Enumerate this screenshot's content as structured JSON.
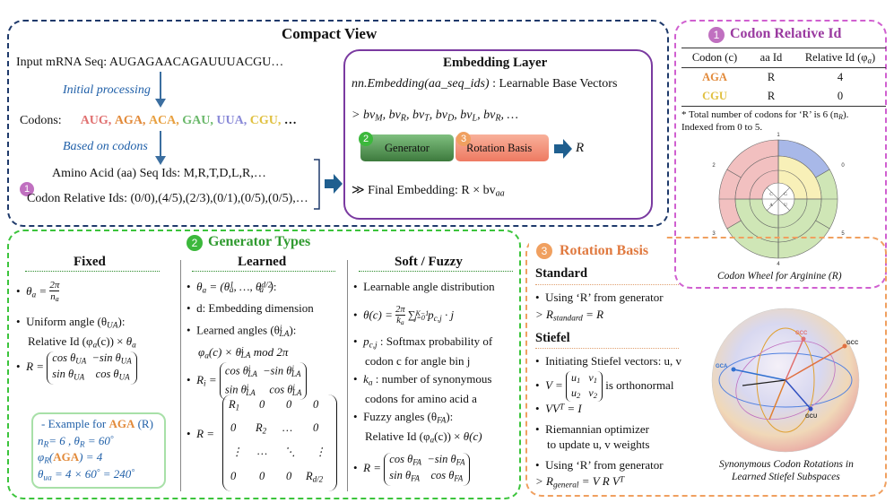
{
  "colors": {
    "compact_border": "#1f3a6b",
    "generator_border": "#3cc43c",
    "rotation_border": "#f0a060",
    "codon_id_border": "#d060d0",
    "embedding_border": "#7a3aa0",
    "generator_box": "#3a7a3a",
    "rotation_box": "#f0836a",
    "arrow_blue": "#3b6ea0",
    "aug": "#e07070",
    "aga": "#e28a3a",
    "aca": "#e8a040",
    "gau": "#6ab86a",
    "uua": "#8a8ad8",
    "cgu": "#e0c040"
  },
  "compact": {
    "title": "Compact View",
    "input_prefix": "Input mRNA Seq: ",
    "input_seq": "AUGAGAACAGAUUUACGU…",
    "initial_processing": "Initial processing",
    "codons_label": "Codons:",
    "codons": [
      "AUG,",
      "AGA,",
      "ACA,",
      "GAU,",
      "UUA,",
      "CGU,",
      "…"
    ],
    "based_on_codons": "Based on codons",
    "aa_ids": "Amino Acid (aa) Seq Ids: M,R,T,D,L,R,…",
    "badge_1": "1",
    "codon_rel_ids": "Codon Relative Ids: (0/0),(4/5),(2/3),(0/1),(0/5),(0/5),…"
  },
  "embedding": {
    "title": "Embedding Layer",
    "line1_code": "nn.Embedding(aa_seq_ids)",
    "line1_rest": " : Learnable Base Vectors",
    "line2": "> bv",
    "line2_subs": [
      "M",
      "R",
      "T",
      "D",
      "L",
      "R"
    ],
    "badge_2": "2",
    "badge_3": "3",
    "generator": "Generator",
    "rotation_basis": "Rotation Basis",
    "r": "R",
    "final": "≫ Final Embedding: R × bv",
    "final_sub": "aa"
  },
  "codon_id": {
    "badge": "1",
    "title": "Codon Relative Id",
    "headers": [
      "Codon (c)",
      "aa Id",
      "Relative Id (φ"
    ],
    "header_sub": "a",
    "rows": [
      [
        "AGA",
        "R",
        "4"
      ],
      [
        "CGU",
        "R",
        "0"
      ]
    ],
    "note1": "* Total number of codons for ‘R’ is 6 (n",
    "note1_sub": "R",
    "note1_end": ").",
    "note2": "Indexed from 0 to 5.",
    "wheel_caption": "Codon Wheel for Arginine (R)",
    "wheel_numbers": [
      "0",
      "1",
      "2",
      "3",
      "4",
      "5"
    ],
    "wheel_letters": [
      "C",
      "G",
      "A",
      "U"
    ]
  },
  "generator": {
    "badge": "2",
    "title": "Generator Types",
    "fixed": {
      "title": "Fixed",
      "b1": "θ",
      "b2_a": "Uniform angle (θ",
      "b2_b": "Relative Id (φ",
      "b3": "R =",
      "ex_title": "- Example for ",
      "ex_aga": "AGA",
      "ex_r": " (R)",
      "ex_l1": "n",
      "ex_l2": "φ",
      "ex_l3": "θ"
    },
    "learned": {
      "title": "Learned",
      "b2": "d: Embedding dimension",
      "b3": "Learned angles (θ",
      "b5": "R ="
    },
    "soft": {
      "title": "Soft / Fuzzy",
      "b1": "Learnable angle distribution",
      "b3": ": Softmax probability of codon c for angle bin j",
      "b3_a": ": Softmax probability of",
      "b3_b": "codon c for angle bin j",
      "b4_a": ": number of synonymous",
      "b4_b": "codons for amino acid a",
      "b5_a": "Fuzzy angles (θ",
      "b5_b": "Relative Id (φ"
    }
  },
  "rotation": {
    "badge": "3",
    "title": "Rotation Basis",
    "standard": "Standard",
    "std_b1": "Using ‘R’ from generator",
    "std_b2": "> R",
    "std_sub": "standard",
    "std_end": " = R",
    "stiefel": "Stiefel",
    "st_b1": "Initiating Stiefel vectors: u, v",
    "st_b2_end": "is orthonormal",
    "st_b3": "VV",
    "st_b4_a": "Riemannian optimizer",
    "st_b4_b": "to update u, v weights",
    "st_b5_a": "Using ‘R’ from generator",
    "st_b5_b": "> R",
    "st_sub": "general",
    "st_end": " = V R V",
    "sphere_caption_1": "Synonymous Codon Rotations in",
    "sphere_caption_2": "Learned Stiefel Subspaces",
    "sphere_labels": [
      "GCC",
      "GCC",
      "GCU",
      "GCA"
    ]
  }
}
